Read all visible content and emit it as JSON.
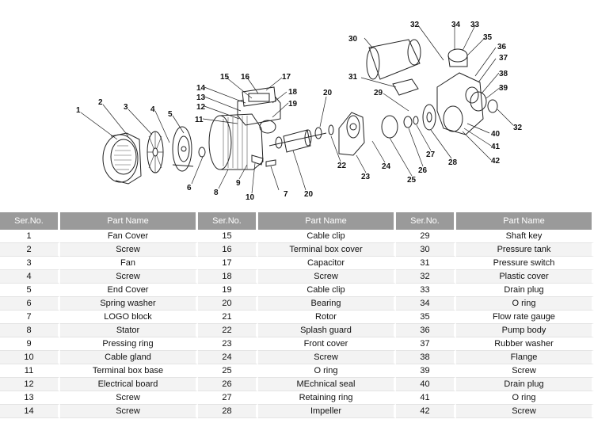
{
  "diagram": {
    "callouts": [
      "1",
      "2",
      "3",
      "4",
      "5",
      "6",
      "7",
      "8",
      "9",
      "10",
      "11",
      "12",
      "13",
      "14",
      "15",
      "16",
      "17",
      "18",
      "19",
      "20",
      "20",
      "22",
      "23",
      "24",
      "25",
      "26",
      "27",
      "28",
      "29",
      "30",
      "31",
      "32",
      "33",
      "34",
      "35",
      "36",
      "37",
      "38",
      "39",
      "40",
      "41",
      "42",
      "32"
    ]
  },
  "table": {
    "headers": [
      "Ser.No.",
      "Part Name",
      "Ser.No.",
      "Part Name",
      "Ser.No.",
      "Part Name"
    ],
    "rows": [
      [
        "1",
        "Fan Cover",
        "15",
        "Cable clip",
        "29",
        "Shaft key"
      ],
      [
        "2",
        "Screw",
        "16",
        "Terminal box cover",
        "30",
        "Pressure tank"
      ],
      [
        "3",
        "Fan",
        "17",
        "Capacitor",
        "31",
        "Pressure switch"
      ],
      [
        "4",
        "Screw",
        "18",
        "Screw",
        "32",
        "Plastic cover"
      ],
      [
        "5",
        "End Cover",
        "19",
        "Cable clip",
        "33",
        "Drain plug"
      ],
      [
        "6",
        "Spring washer",
        "20",
        "Bearing",
        "34",
        "O ring"
      ],
      [
        "7",
        "LOGO block",
        "21",
        "Rotor",
        "35",
        "Flow rate gauge"
      ],
      [
        "8",
        "Stator",
        "22",
        "Splash guard",
        "36",
        "Pump body"
      ],
      [
        "9",
        "Pressing ring",
        "23",
        "Front cover",
        "37",
        "Rubber washer"
      ],
      [
        "10",
        "Cable gland",
        "24",
        "Screw",
        "38",
        "Flange"
      ],
      [
        "11",
        "Terminal box base",
        "25",
        "O ring",
        "39",
        "Screw"
      ],
      [
        "12",
        "Electrical board",
        "26",
        "MEchnical seal",
        "40",
        "Drain plug"
      ],
      [
        "13",
        "Screw",
        "27",
        "Retaining ring",
        "41",
        "O ring"
      ],
      [
        "14",
        "Screw",
        "28",
        "Impeller",
        "42",
        "Screw"
      ]
    ]
  }
}
